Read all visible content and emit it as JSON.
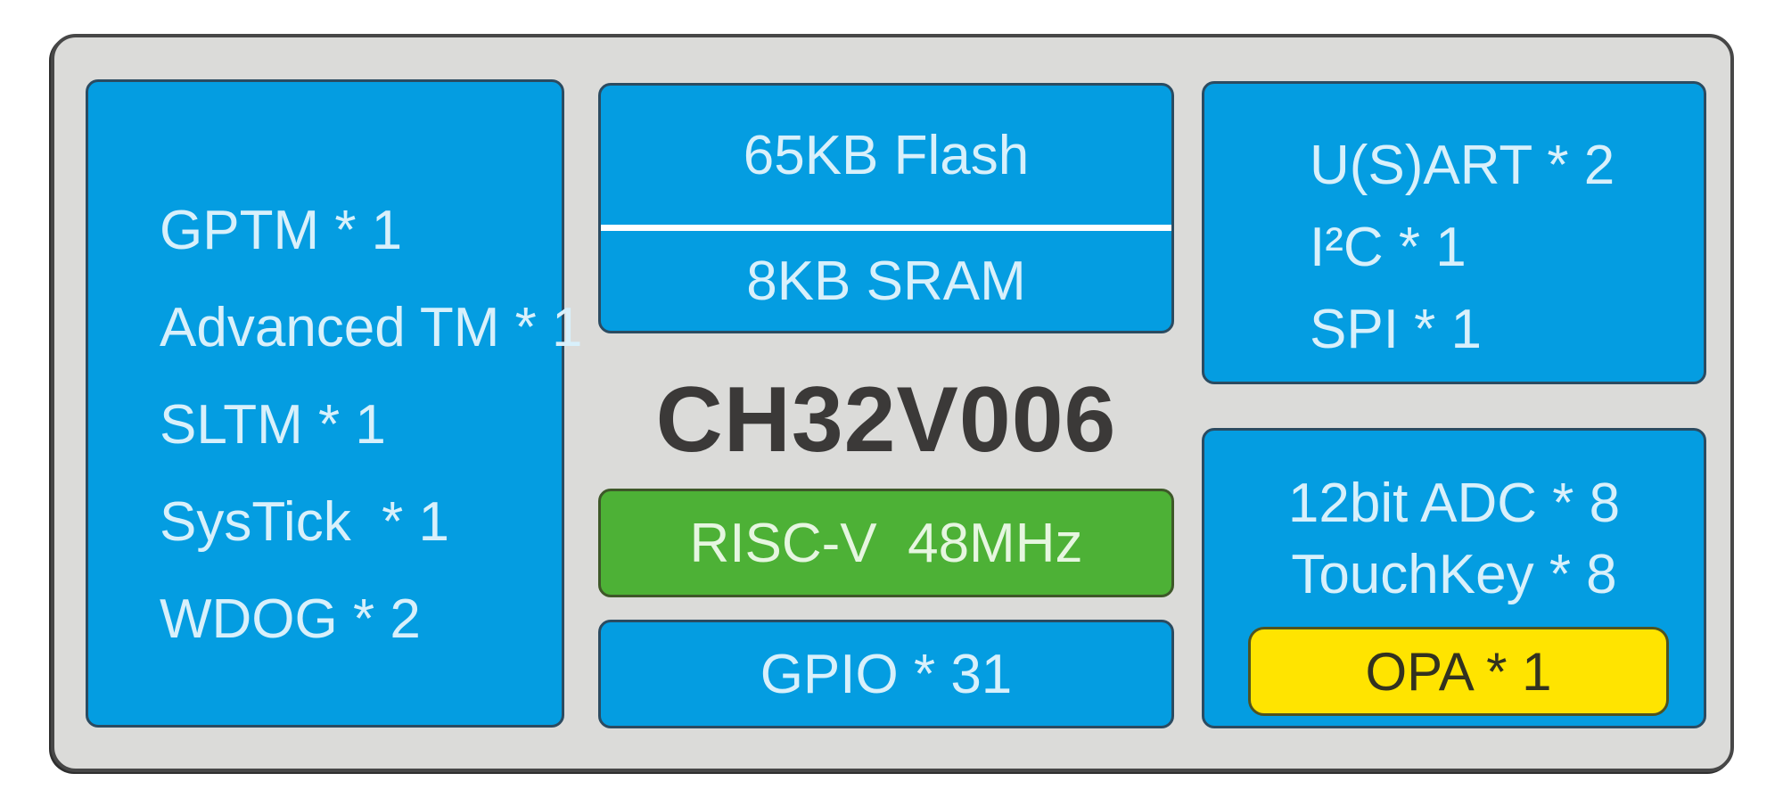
{
  "title": "CH32V006",
  "colors": {
    "box_blue": "#049de1",
    "core_green": "#4db136",
    "opa_yellow": "#ffe400",
    "chip_gray": "#dbdbd9",
    "blue_text": "#d8f0fb",
    "green_text": "#e6f6e0",
    "dark_text": "#3b3938"
  },
  "timers_box": {
    "items": [
      "GPTM * 1",
      "Advanced TM * 1",
      "SLTM * 1",
      "SysTick  * 1",
      "WDOG * 2"
    ]
  },
  "memory_box": {
    "flash": "65KB Flash",
    "sram": "8KB SRAM"
  },
  "cpu_box": {
    "label": "RISC-V  48MHz"
  },
  "gpio_box": {
    "label": "GPIO * 31"
  },
  "comm_box": {
    "items": [
      "U(S)ART * 2",
      "I²C * 1",
      "SPI * 1"
    ]
  },
  "analog_box": {
    "items": [
      "12bit ADC * 8",
      "TouchKey * 8"
    ],
    "opa": "OPA * 1"
  }
}
